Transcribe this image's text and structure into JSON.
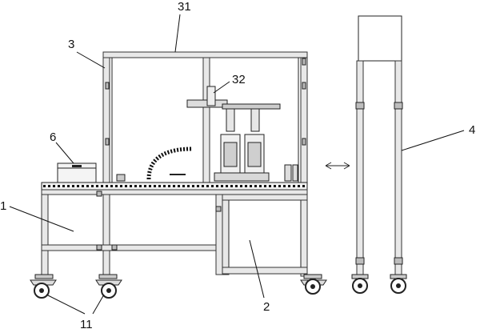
{
  "callouts": {
    "c1": "1",
    "c2": "2",
    "c3": "3",
    "c4": "4",
    "c6": "6",
    "c11": "11",
    "c31": "31",
    "c32": "32"
  },
  "colors": {
    "line": "#222222",
    "profile_fill": "#e8e8e8",
    "background": "#ffffff"
  }
}
